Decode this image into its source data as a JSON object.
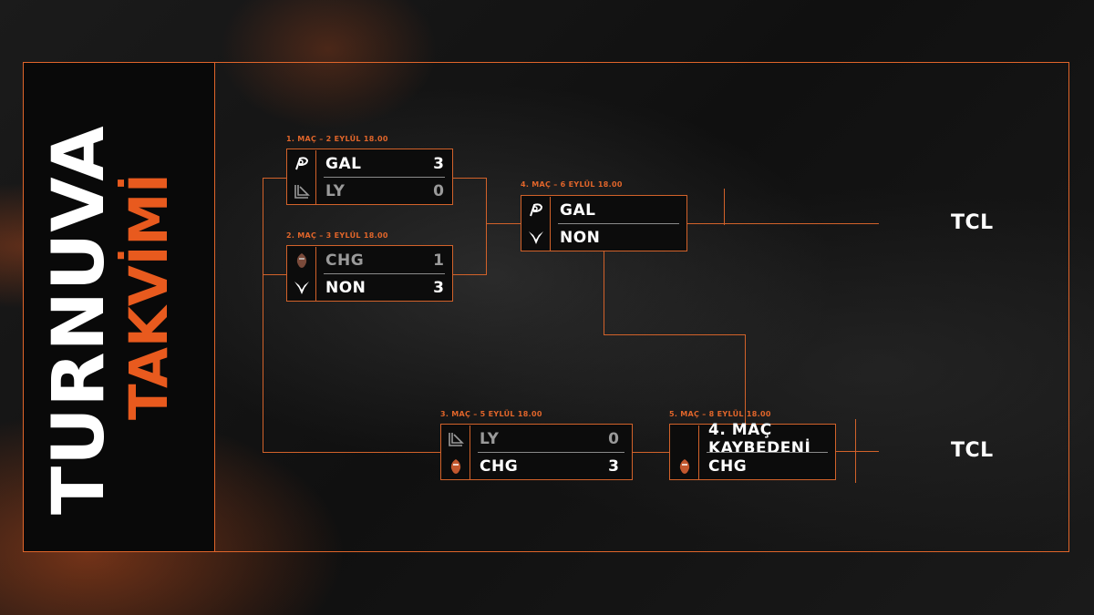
{
  "title": {
    "line1": "TURNUVA",
    "line2": "TAKVİMİ"
  },
  "colors": {
    "accent": "#e85a1e",
    "background": "#141414"
  },
  "matches": [
    {
      "label": "1. MAÇ – 2 EYLÜL 18.00",
      "teams": [
        {
          "name": "GAL",
          "score": "3",
          "icon": "gal-logo-icon"
        },
        {
          "name": "LY",
          "score": "0",
          "icon": "ly-logo-icon"
        }
      ]
    },
    {
      "label": "2. MAÇ – 3 EYLÜL 18.00",
      "teams": [
        {
          "name": "CHG",
          "score": "1",
          "icon": "chg-logo-icon"
        },
        {
          "name": "NON",
          "score": "3",
          "icon": "non-logo-icon"
        }
      ]
    },
    {
      "label": "3. MAÇ – 5 EYLÜL 18.00",
      "teams": [
        {
          "name": "LY",
          "score": "0",
          "icon": "ly-logo-icon"
        },
        {
          "name": "CHG",
          "score": "3",
          "icon": "chg-logo-icon"
        }
      ]
    },
    {
      "label": "4. MAÇ – 6 EYLÜL 18.00",
      "teams": [
        {
          "name": "GAL",
          "icon": "gal-logo-icon"
        },
        {
          "name": "NON",
          "icon": "non-logo-icon"
        }
      ]
    },
    {
      "label": "5. MAÇ – 8 EYLÜL 18.00",
      "teams": [
        {
          "name": "4. MAÇ KAYBEDENİ"
        },
        {
          "name": "CHG",
          "icon": "chg-logo-icon"
        }
      ]
    }
  ],
  "destinations": [
    "TCL",
    "TCL"
  ]
}
